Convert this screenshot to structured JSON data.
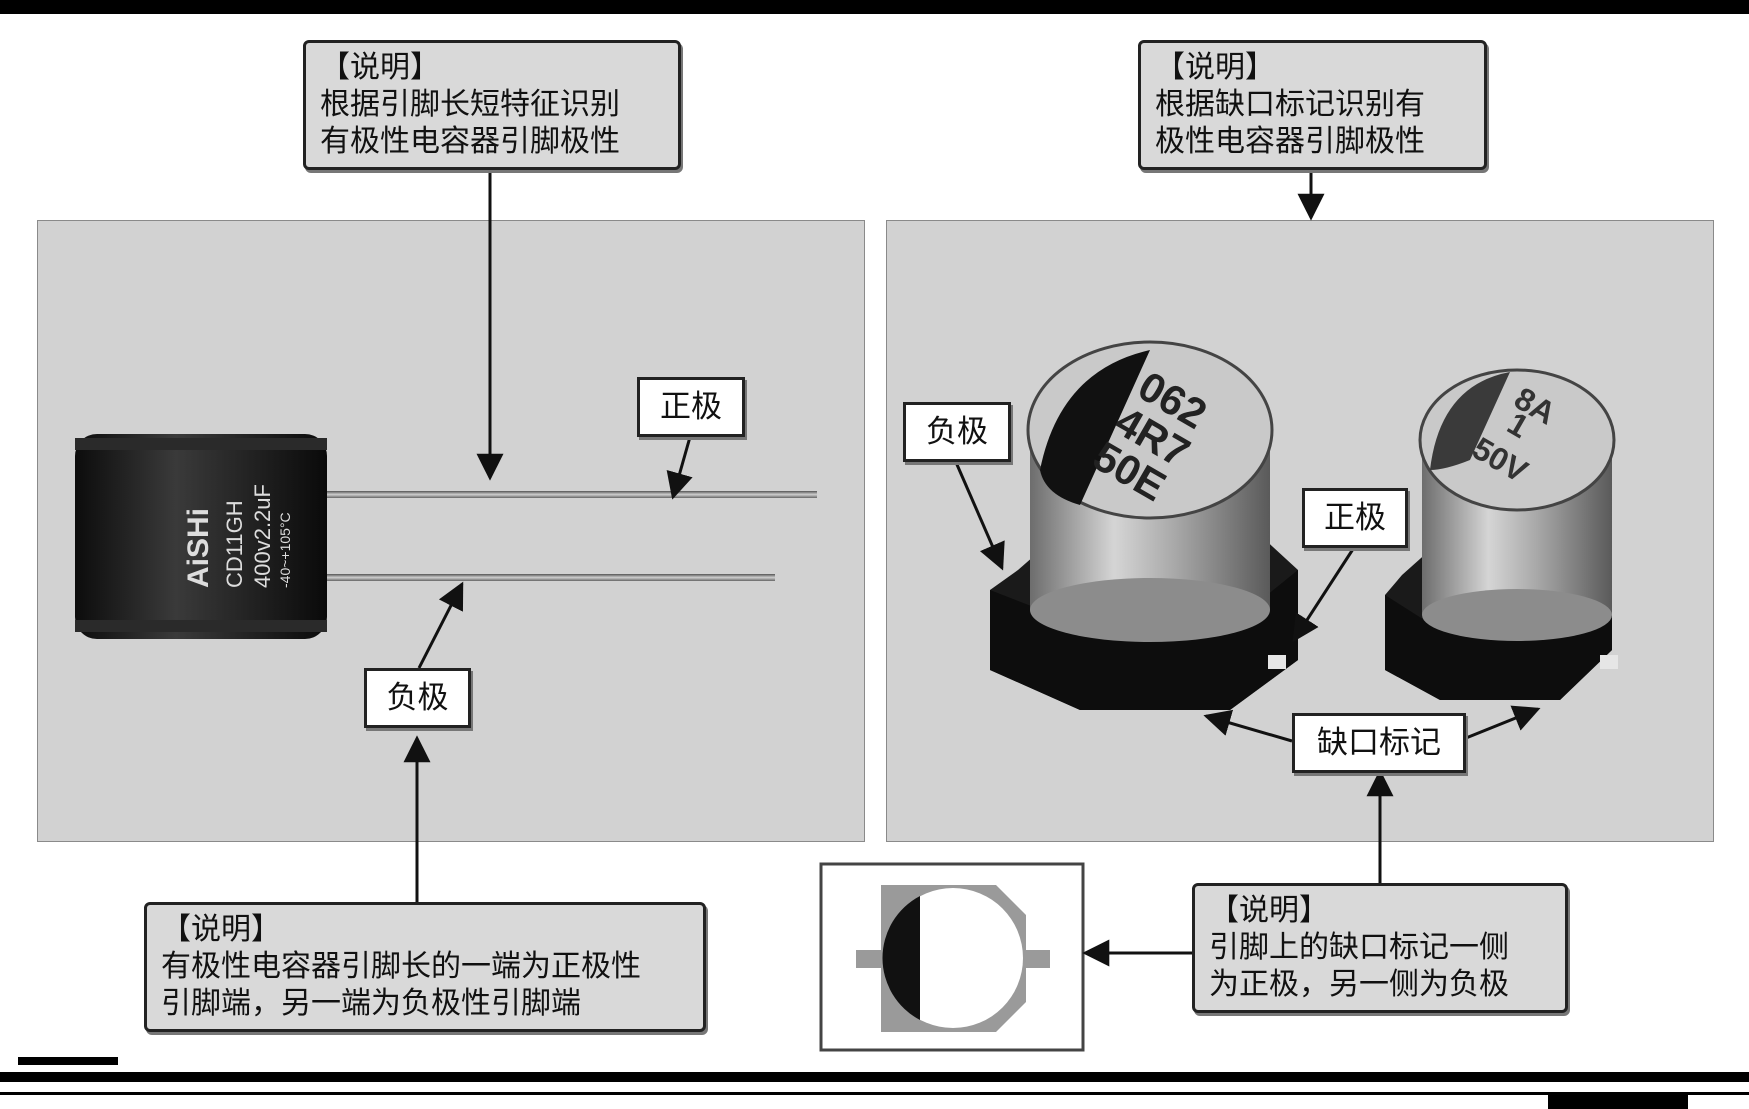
{
  "notes": {
    "left_top": {
      "title": "【说明】",
      "line1": "根据引脚长短特征识别",
      "line2": "有极性电容器引脚极性"
    },
    "right_top": {
      "title": "【说明】",
      "line1": "根据缺口标记识别有",
      "line2": "极性电容器引脚极性"
    },
    "left_bottom": {
      "title": "【说明】",
      "line1": "有极性电容器引脚长的一端为正极性",
      "line2": "引脚端，另一端为负极性引脚端"
    },
    "right_bottom": {
      "title": "【说明】",
      "line1": "引脚上的缺口标记一侧",
      "line2": "为正极，另一侧为负极"
    }
  },
  "tags": {
    "positive_left": "正极",
    "negative_left": "负极",
    "negative_right": "负极",
    "positive_right": "正极",
    "notch_mark": "缺口标记"
  },
  "capacitors": {
    "radial": {
      "brand": "AiSHi",
      "series": "CD11GH",
      "rating": "400v2.2uF",
      "temp": "-40~+105°C"
    },
    "smd_large": {
      "line1": "062",
      "line2": "4R7",
      "line3": "50E"
    },
    "smd_small": {
      "line1": "8A",
      "line2": "1",
      "line3": "50V"
    }
  }
}
